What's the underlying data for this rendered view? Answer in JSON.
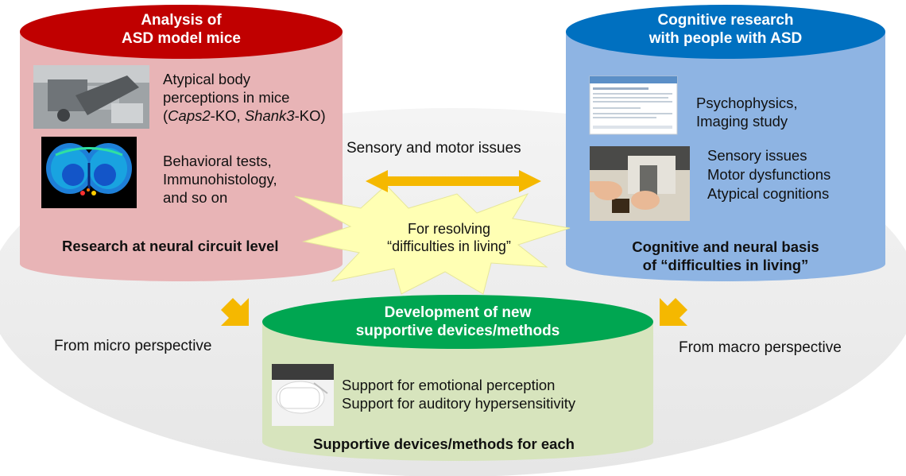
{
  "colors": {
    "left_cylinder_body": "#e8b4b6",
    "left_cylinder_top": "#c00000",
    "right_cylinder_body": "#8eb4e3",
    "right_cylinder_top": "#0070c0",
    "bottom_cylinder_body": "#d7e4bd",
    "bottom_cylinder_top": "#00a651",
    "background_ellipse": "#ebebeb",
    "burst": "#ffffb4",
    "arrow": "#f5b800"
  },
  "left_cylinder": {
    "title_line1": "Analysis of",
    "title_line2": "ASD model mice",
    "item1_line1": "Atypical body",
    "item1_line2": "perceptions in mice",
    "item1_line3_open": "(",
    "item1_line3_gene1": "Caps2",
    "item1_line3_mid": "-KO, ",
    "item1_line3_gene2": "Shank3",
    "item1_line3_close": "-KO)",
    "item2_line1": "Behavioral tests,",
    "item2_line2": "Immunohistology,",
    "item2_line3": "and so on",
    "footer": "Research at neural circuit level"
  },
  "right_cylinder": {
    "title_line1": "Cognitive research",
    "title_line2": "with people with ASD",
    "item1_line1": "Psychophysics,",
    "item1_line2": "Imaging study",
    "item2_line1": "Sensory issues",
    "item2_line2": "Motor dysfunctions",
    "item2_line3": "Atypical cognitions",
    "footer_line1": "Cognitive and neural basis",
    "footer_line2": "of “difficulties in living”"
  },
  "bottom_cylinder": {
    "title_line1": "Development of new",
    "title_line2": "supportive devices/methods",
    "item_line1": "Support for emotional perception",
    "item_line2": "Support for auditory hypersensitivity",
    "footer": "Supportive devices/methods for each"
  },
  "center": {
    "arrow_label": "Sensory and motor issues",
    "burst_line1": "For resolving",
    "burst_line2": "“difficulties in living”"
  },
  "perspectives": {
    "micro": "From micro perspective",
    "macro": "From macro perspective"
  }
}
